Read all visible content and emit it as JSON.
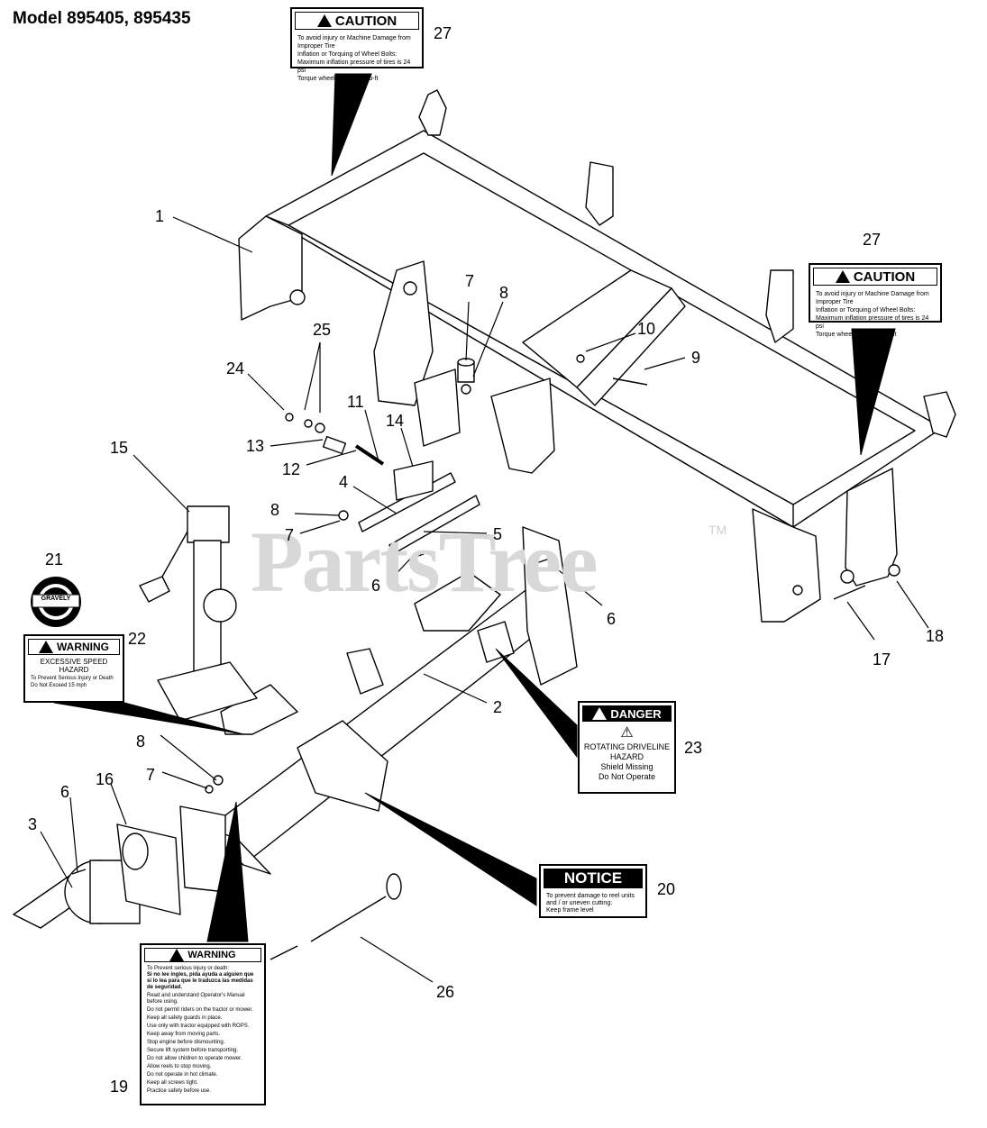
{
  "title": "Model 895405, 895435",
  "watermark": "PartsTree",
  "watermark_tm": "TM",
  "callouts": {
    "c1": "1",
    "c2": "2",
    "c3": "3",
    "c4": "4",
    "c5": "5",
    "c6a": "6",
    "c6b": "6",
    "c6c": "6",
    "c7a": "7",
    "c7b": "7",
    "c7c": "7",
    "c8a": "8",
    "c8b": "8",
    "c8c": "8",
    "c9": "9",
    "c10": "10",
    "c11": "11",
    "c12": "12",
    "c13": "13",
    "c14": "14",
    "c15": "15",
    "c16": "16",
    "c17": "17",
    "c18": "18",
    "c19": "19",
    "c20": "20",
    "c21": "21",
    "c22": "22",
    "c23": "23",
    "c24": "24",
    "c25": "25",
    "c26": "26",
    "c27a": "27",
    "c27b": "27"
  },
  "labels": {
    "caution_heading": "CAUTION",
    "caution_line1": "To avoid injury or Machine Damage from Improper Tire",
    "caution_line2": "Inflation or Torquing of Wheel Bolts:",
    "caution_bullet1": "Maximum inflation pressure of tires is 24 psi",
    "caution_bullet2": "Torque wheel bolts to 85 lb-ft",
    "warning_heading": "WARNING",
    "warning22_line1": "EXCESSIVE SPEED",
    "warning22_line2": "HAZARD",
    "warning22_line3": "To Prevent Serious Injury or Death",
    "warning22_line4": "Do Not Exceed 15 mph",
    "danger_heading": "DANGER",
    "danger_line1": "ROTATING DRIVELINE",
    "danger_line2": "HAZARD",
    "danger_line3": "Shield Missing",
    "danger_line4": "Do Not Operate",
    "notice_heading": "NOTICE",
    "notice_line1": "To prevent damage to reel units",
    "notice_line2": "and / or uneven cutting:",
    "notice_bullet": "Keep frame level",
    "warning19_line1": "To Prevent serious injury or death:",
    "warning19_line2": "Si no lee ingles, pida ayuda a alguien que si lo lea para que le traduzca las medidas de seguridad.",
    "warning19_items": [
      "Read and understand Operator's Manual before using.",
      "Do not permit riders on the tractor or mower.",
      "Keep all safety guards in place.",
      "Use only with tractor equipped with ROPS.",
      "Keep away from moving parts.",
      "Stop engine before dismounting.",
      "Secure lift system before transporting.",
      "Do not allow children to operate mower.",
      "Allow reels to stop moving.",
      "Do not operate in hot climate.",
      "Keep all screws tight.",
      "Practice safety before use."
    ],
    "gravely": "GRAVELY"
  }
}
